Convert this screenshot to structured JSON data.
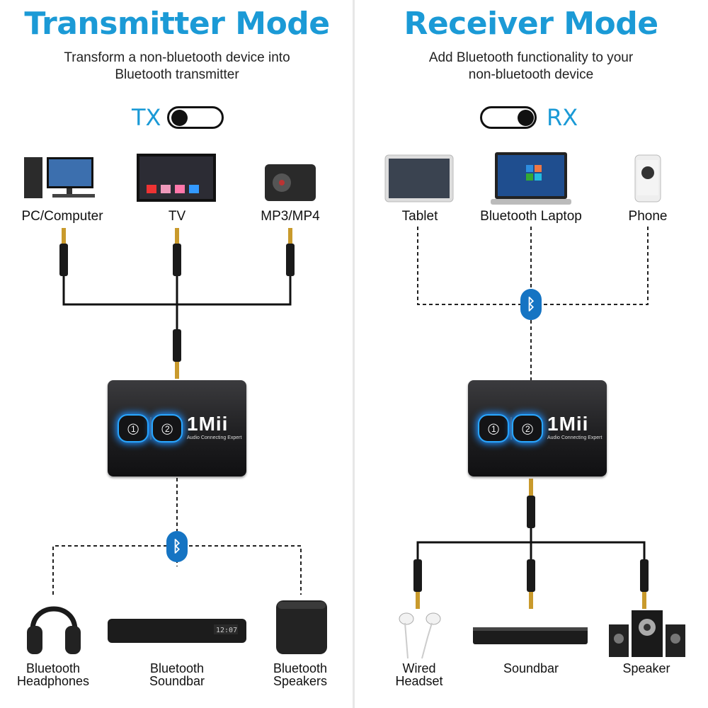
{
  "transmitter": {
    "title": "Transmitter Mode",
    "subtitle_line1": "Transform a non-bluetooth device into",
    "subtitle_line2": "Bluetooth transmitter",
    "mode": "TX",
    "sources": [
      {
        "label": "PC/Computer",
        "icon": "pc-computer-icon"
      },
      {
        "label": "TV",
        "icon": "tv-icon"
      },
      {
        "label": "MP3/MP4",
        "icon": "mp3-player-icon"
      }
    ],
    "outputs": [
      {
        "line1": "Bluetooth",
        "line2": "Headphones",
        "icon": "headphones-icon"
      },
      {
        "line1": "Bluetooth",
        "line2": "Soundbar",
        "icon": "soundbar-icon"
      },
      {
        "line1": "Bluetooth",
        "line2": "Speakers",
        "icon": "speaker-icon"
      }
    ],
    "device": {
      "brand": "1Mii",
      "tagline": "Audio Connecting Expert",
      "button1": "1",
      "button2": "2"
    }
  },
  "receiver": {
    "title": "Receiver Mode",
    "subtitle_line1": "Add Bluetooth functionality to your",
    "subtitle_line2": "non-bluetooth device",
    "mode": "RX",
    "sources": [
      {
        "label": "Tablet",
        "icon": "tablet-icon"
      },
      {
        "label": "Bluetooth Laptop",
        "icon": "laptop-icon"
      },
      {
        "label": "Phone",
        "icon": "phone-icon"
      }
    ],
    "outputs": [
      {
        "line1": "Wired",
        "line2": "Headset",
        "icon": "earphones-icon"
      },
      {
        "line1": "Soundbar",
        "line2": "",
        "icon": "soundbar-icon"
      },
      {
        "line1": "Speaker",
        "line2": "",
        "icon": "speaker-system-icon"
      }
    ],
    "device": {
      "brand": "1Mii",
      "tagline": "Audio Connecting Expert",
      "button1": "1",
      "button2": "2"
    }
  },
  "colors": {
    "accent": "#1b9ad6",
    "bluetooth_badge": "#1574c3",
    "led_glow": "#29a7ff",
    "cable": "#111111"
  }
}
